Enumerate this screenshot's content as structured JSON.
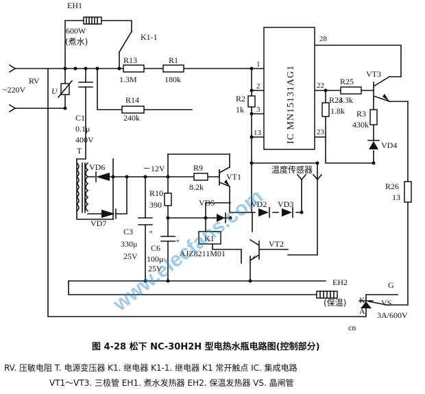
{
  "components": {
    "eh1": {
      "name": "EH1",
      "rating": "600W",
      "note": "(煮水)"
    },
    "k11": "K1-1",
    "ac_input": "~220V",
    "rv": {
      "name": "RV",
      "symbol": "U"
    },
    "c1": {
      "name": "C1",
      "value": "0.1μ",
      "voltage": "400V"
    },
    "t": "T",
    "r13": {
      "name": "R13",
      "value": "1.3M"
    },
    "r1": {
      "name": "R1",
      "value": "180k"
    },
    "r14": {
      "name": "R14",
      "value": "240k"
    },
    "r2": {
      "name": "R2",
      "value": "1k"
    },
    "r24": {
      "name": "R24",
      "value": "1.8k"
    },
    "r25": {
      "name": "R25",
      "value": "3.3k"
    },
    "r3": {
      "name": "R3",
      "value": "430k"
    },
    "vt3": "VT3",
    "vd4": "VD4",
    "ic": "IC MN15131AG1",
    "ic_pins": {
      "p1": "1",
      "p2": "2",
      "p3": "3",
      "p13": "13",
      "p22": "22",
      "p23": "23",
      "p28": "28"
    },
    "vd6": "VD6",
    "vd7": "VD7",
    "neg12v": "－12V",
    "r9": {
      "name": "R9",
      "value": "8.2k"
    },
    "vt1": "VT1",
    "temp_sensor": "温度传感器",
    "r10": {
      "name": "R10",
      "value": "390"
    },
    "vd5": "VD5",
    "vd2": "VD2",
    "vd3": "VD3",
    "c3": {
      "name": "C3",
      "value": "330μ",
      "voltage": "25V"
    },
    "c6": {
      "name": "C6",
      "value": "100μ",
      "voltage": "25V"
    },
    "k1": {
      "name": "K1",
      "model": "AJZ8211M01"
    },
    "vt2": "VT2",
    "r26": {
      "name": "R26",
      "value": "13"
    },
    "eh2": {
      "name": "EH2",
      "note": "(保温)"
    },
    "vs": {
      "name": "VS",
      "rating": "3A/600V",
      "g": "G",
      "k": "K",
      "a": "A"
    }
  },
  "caption": "图 4-28   松下 NC-30H2H 型电热水瓶电路图(控制部分)",
  "legend": {
    "line1": "RV. 压敏电阻   T. 电源变压器   K1. 继电器   K1-1. 继电器 K1 常开触点   IC. 集成电路",
    "line2": "VT1～VT3. 三极管   EH1. 煮水发热器   EH2. 保温发热器   VS. 晶闸管"
  },
  "watermark": {
    "text": "www.elecfans.com",
    "small": "cn"
  },
  "colors": {
    "line": "#111111",
    "watermark": "#2a8fd6"
  }
}
